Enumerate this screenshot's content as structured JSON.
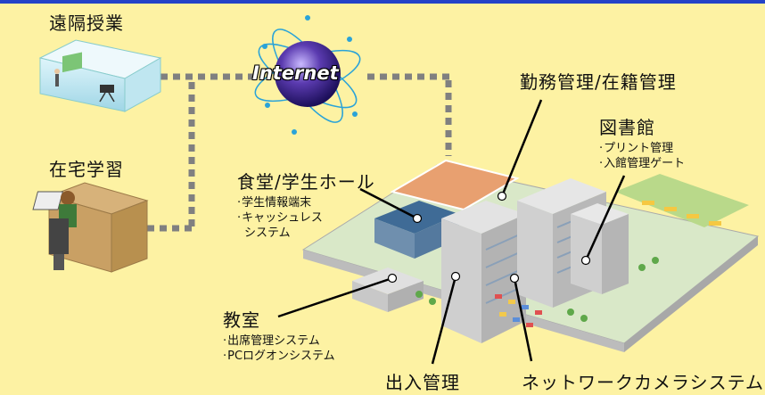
{
  "labels": {
    "remote_class": "遠隔授業",
    "home_study": "在宅学習",
    "internet": "Internet",
    "attendance_mgmt": "勤務管理/在籍管理",
    "library": {
      "title": "図書館",
      "items": [
        "プリント管理",
        "入館管理ゲート"
      ]
    },
    "cafeteria": {
      "title": "食堂/学生ホール",
      "items": [
        "学生情報端末",
        "キャッシュレス"
      ],
      "continuation": "システム"
    },
    "classroom": {
      "title": "教室",
      "items": [
        "出席管理システム",
        "PCログオンシステム"
      ]
    },
    "entry_mgmt": "出入管理",
    "network_camera": "ネットワークカメラシステム"
  },
  "colors": {
    "background": "#fdf2a3",
    "top_bar": "#2443c8",
    "dotted_line": "#808080",
    "globe": "#4a2a9a",
    "orbit": "#2aa3d8"
  }
}
